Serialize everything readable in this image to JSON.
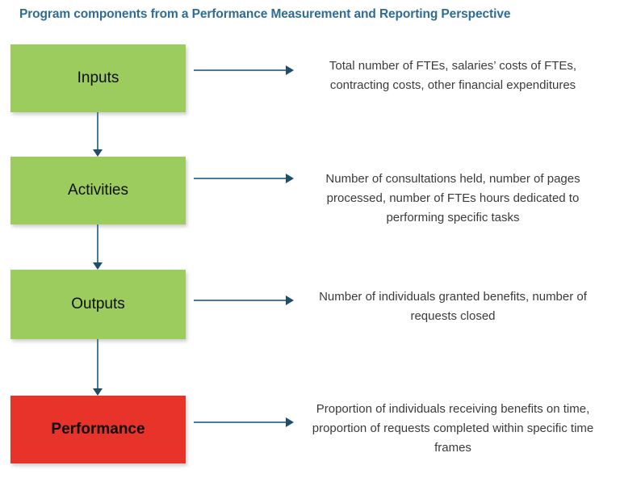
{
  "title": "Program components from a Performance Measurement and Reporting Perspective",
  "colors": {
    "title": "#2E6C92",
    "green_box": "#9CCB5E",
    "red_box": "#E8332A",
    "arrow_line": "#4A7A9B",
    "arrow_head": "#1F4E6B",
    "body_text": "#3B3B3B",
    "box_text": "#0D0D0D",
    "background": "#FFFFFF"
  },
  "stages": [
    {
      "id": "inputs",
      "label": "Inputs",
      "box_color": "green",
      "description": "Total number of FTEs, salaries’ costs of FTEs, contracting costs, other financial expenditures"
    },
    {
      "id": "activities",
      "label": "Activities",
      "box_color": "green",
      "description": "Number of consultations held, number of pages processed, number of FTEs hours dedicated to performing specific tasks"
    },
    {
      "id": "outputs",
      "label": "Outputs",
      "box_color": "green",
      "description": "Number of individuals granted benefits, number of requests closed"
    },
    {
      "id": "performance",
      "label": "Performance",
      "box_color": "red",
      "description": "Proportion of individuals receiving benefits on time, proportion of requests completed within specific time frames"
    }
  ]
}
